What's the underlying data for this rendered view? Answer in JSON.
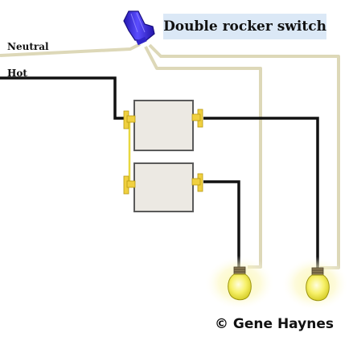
{
  "title": "Double rocker switch",
  "labels": {
    "neutral": "Neutral",
    "hot": "Hot"
  },
  "copyright": "© Gene Haynes",
  "colors": {
    "neutral_wire": "#ddd8b8",
    "hot_wire": "#111111",
    "jumper": "#e8d840",
    "terminal": "#f0d040",
    "wire_nut": "#3a2be0",
    "switch_face": "#ece9e3",
    "switch_border": "#5a5a5a",
    "bulb": "#f7f16a",
    "bulb_glow": "#fbf6a8",
    "title_bg": "#dbe8f6"
  },
  "icons": [
    "wire-nut-icon",
    "rocker-switch-icon",
    "light-bulb-icon",
    "screw-terminal-icon"
  ]
}
